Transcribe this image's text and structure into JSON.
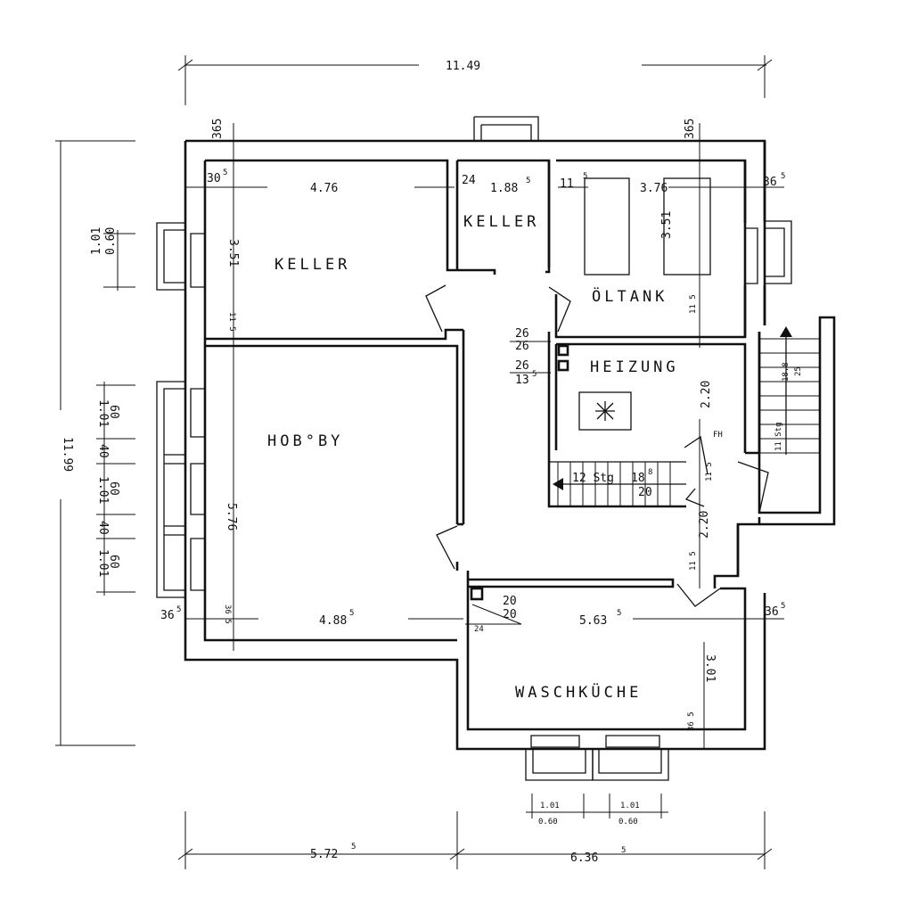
{
  "rooms": {
    "keller_left": "KELLER",
    "keller_small": "KELLER",
    "oeltank": "ÖLTANK",
    "heizung": "HEIZUNG",
    "hobby": "HOB°BY",
    "waschkueche": "WASCHKÜCHE"
  },
  "dims": {
    "total_width": "11.49",
    "total_height": "11.99",
    "bottom_left": "5.72",
    "bottom_left_sup": "5",
    "bottom_right": "6.36",
    "bottom_right_sup": "5",
    "wall_365_a": "365",
    "wall_365_b": "365",
    "wall_305": "30",
    "wall_305_sup": "5",
    "keller_w": "4.76",
    "keller_h": "3.51",
    "hall_24": "24",
    "kellersmall_w": "1.88",
    "kellersmall_w_sup": "5",
    "tank_115": "11",
    "tank_115_sup": "5",
    "tank_w": "3.76",
    "tank_h": "3.51",
    "wall_right_365": "36",
    "wall_right_365_sup": "5",
    "win_left_101": "1.01",
    "win_left_060": "0.60",
    "k_115": "11 5",
    "o_115": "11 5",
    "chim_a1": "26",
    "chim_a2": "26",
    "chim_b1": "26",
    "chim_b2": "13",
    "chim_b2_sup": "5",
    "heiz_h": "2.20",
    "stair_steps": "12 Stg",
    "stair_rise": "18",
    "stair_rise_sup": "8",
    "stair_run": "20",
    "fh": "FH",
    "ext_stairs": "11 Stg",
    "ext_rise": "18.8",
    "ext_run": "25",
    "hall_115": "11 5",
    "hall_220": "2.20",
    "hall_115b": "11 5",
    "hobby_h": "5.76",
    "hobby_w": "4.88",
    "hobby_w_sup": "5",
    "hobby_wall": "36",
    "hobby_wall_sup": "5",
    "hobby_wall2": "36 5",
    "wk_chim1": "20",
    "wk_chim2": "20",
    "wk_24": "24",
    "wk_w": "5.63",
    "wk_w_sup": "5",
    "wk_wall": "36",
    "wk_wall_sup": "5",
    "wk_h": "3.01",
    "wk_365": "36 5",
    "lw_101a": "1.01",
    "lw_60a": "60",
    "lw_40a": "40",
    "lw_101b": "1.01",
    "lw_60b": "60",
    "lw_40b": "40",
    "lw_101c": "1.01",
    "lw_60c": "60",
    "bw_101a": "1.01",
    "bw_060a": "0.60",
    "bw_101b": "1.01",
    "bw_060b": "0.60"
  }
}
